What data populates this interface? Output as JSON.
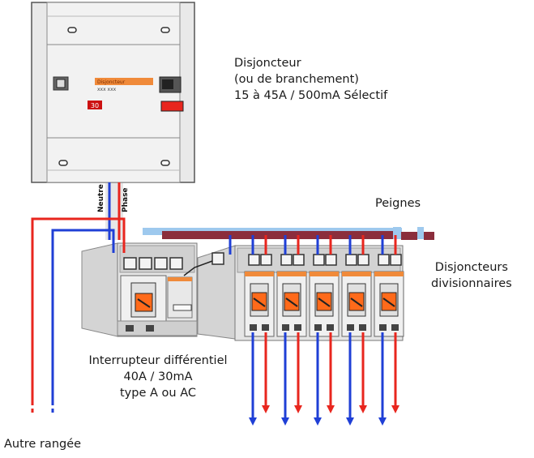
{
  "labels": {
    "main_breaker": [
      "Disjoncteur",
      "(ou de branchement)",
      "15 à 45A / 500mA Sélectif"
    ],
    "combs": "Peignes",
    "branch_breakers": [
      "Disjoncteurs",
      "divisionnaires"
    ],
    "rcd": [
      "Interrupteur différentiel",
      "40A / 30mA",
      "type A ou AC"
    ],
    "other_row": "Autre rangée"
  },
  "wire_tags": {
    "neutral": "Neutre",
    "phase": "Phase"
  },
  "breaker_face": {
    "rating": "30"
  },
  "branch_breaker_count": 5,
  "colors": {
    "phase": "#e8261e",
    "neutral": "#1f3fd6",
    "comb": "#8b2e3c",
    "comb_tab": "#9ec9ee",
    "handle": "#ff6a1a",
    "stripe": "#f08a3a"
  }
}
